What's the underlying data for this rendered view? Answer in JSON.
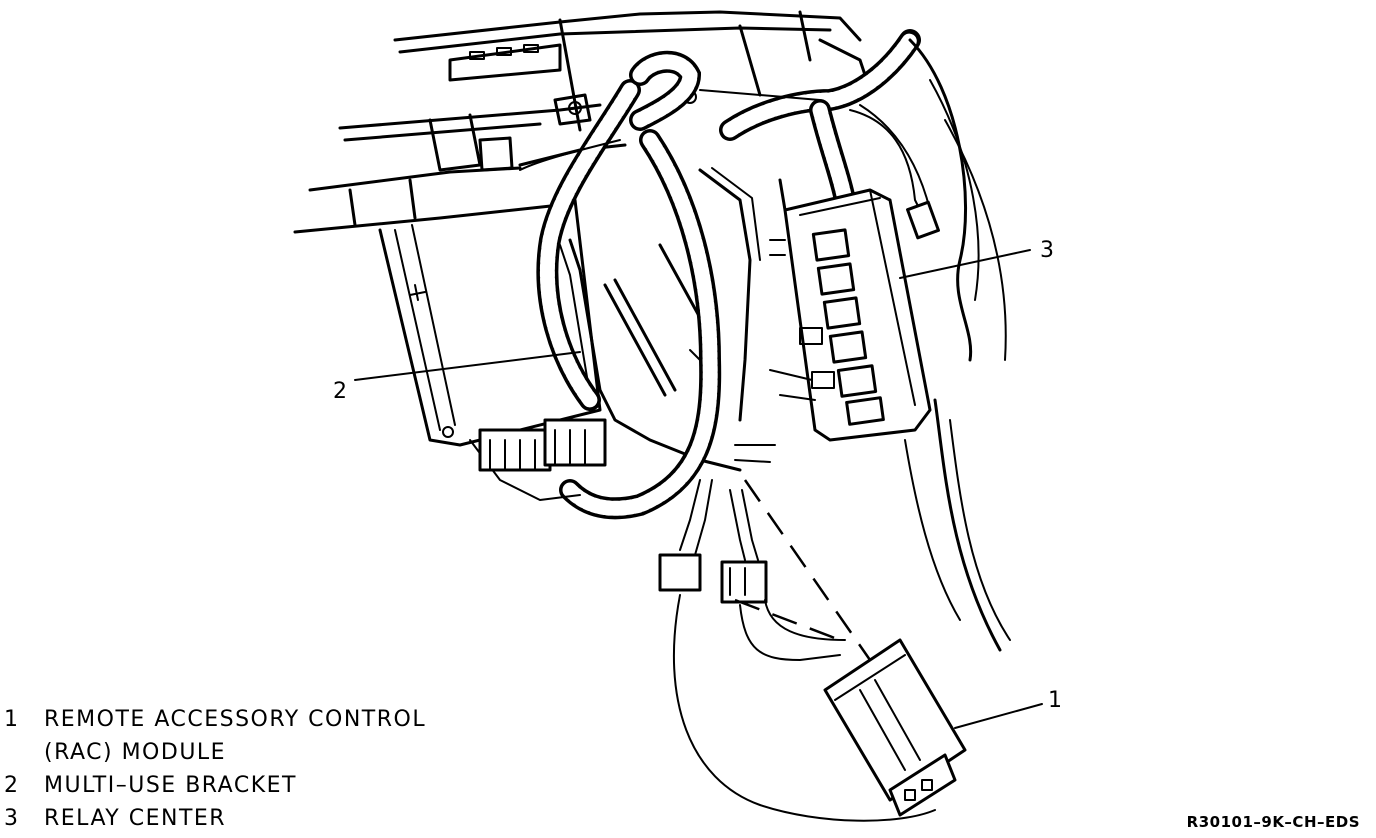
{
  "callouts": [
    {
      "id": "1",
      "label": "1"
    },
    {
      "id": "2",
      "label": "2"
    },
    {
      "id": "3",
      "label": "3"
    }
  ],
  "legend": [
    {
      "number": "1",
      "lines": [
        "REMOTE ACCESSORY CONTROL",
        "(RAC) MODULE"
      ]
    },
    {
      "number": "2",
      "lines": [
        "MULTI–USE BRACKET"
      ]
    },
    {
      "number": "3",
      "lines": [
        "RELAY CENTER"
      ]
    }
  ],
  "reference_code": "R30101–9K–CH–EDS"
}
